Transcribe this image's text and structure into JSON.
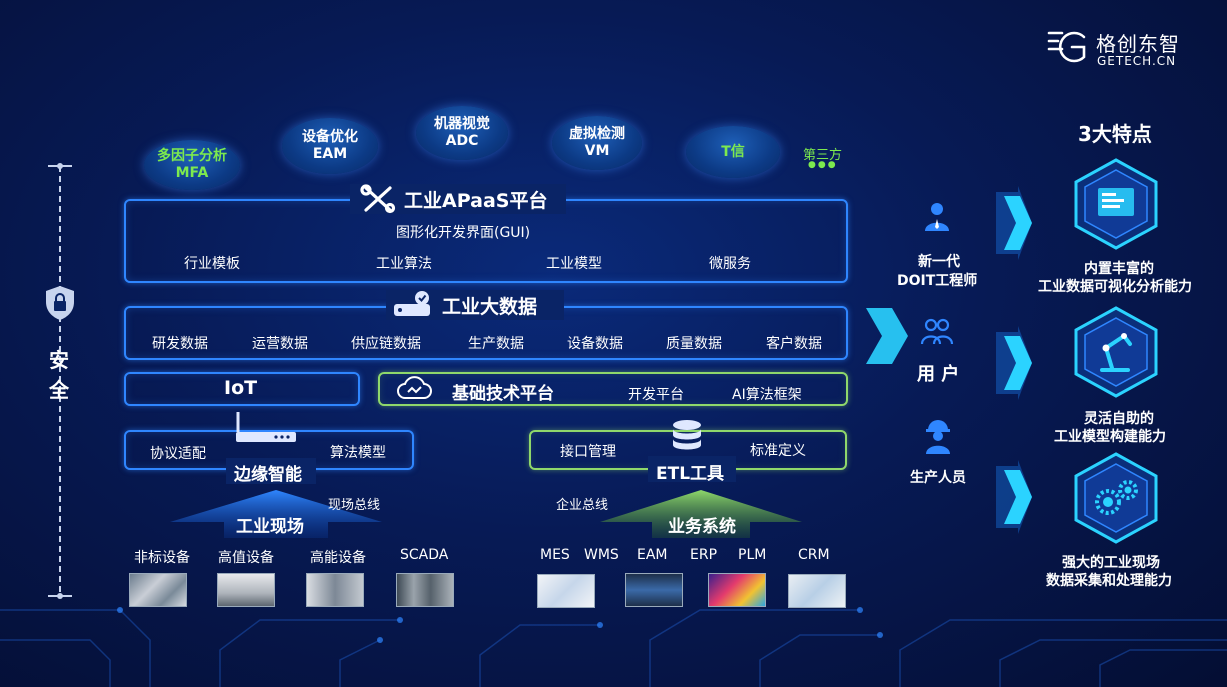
{
  "brand": {
    "name": "格创东智",
    "domain": "GETECH.CN"
  },
  "security": {
    "label_1": "安",
    "label_2": "全"
  },
  "apps": {
    "mfa": {
      "line1": "多因子分析",
      "line2": "MFA"
    },
    "eam": {
      "line1": "设备优化",
      "line2": "EAM"
    },
    "adc": {
      "line1": "机器视觉",
      "line2": "ADC"
    },
    "vm": {
      "line1": "虚拟检测",
      "line2": "VM"
    },
    "t": {
      "line1": "T信"
    },
    "third": {
      "label": "第三方",
      "dots": "●●●"
    }
  },
  "apaas": {
    "title": "工业APaaS平台",
    "gui": "图形化开发界面(GUI)",
    "items": [
      "行业模板",
      "工业算法",
      "工业模型",
      "微服务"
    ]
  },
  "bigdata": {
    "title": "工业大数据",
    "items": [
      "研发数据",
      "运营数据",
      "供应链数据",
      "生产数据",
      "设备数据",
      "质量数据",
      "客户数据"
    ]
  },
  "iot": {
    "label": "IoT"
  },
  "base": {
    "title": "基础技术平台",
    "items": [
      "开发平台",
      "AI算法框架"
    ]
  },
  "edge": {
    "title": "边缘智能",
    "items": [
      "协议适配",
      "算法模型"
    ]
  },
  "etl": {
    "title": "ETL工具",
    "items": [
      "接口管理",
      "标准定义"
    ]
  },
  "field": {
    "title": "工业现场",
    "bus": "现场总线",
    "items": [
      "非标设备",
      "高值设备",
      "高能设备",
      "SCADA"
    ]
  },
  "biz": {
    "title": "业务系统",
    "bus": "企业总线",
    "items": [
      "MES",
      "WMS",
      "EAM",
      "ERP",
      "PLM",
      "CRM"
    ]
  },
  "users": {
    "doit": {
      "line1": "新一代",
      "line2": "DOIT工程师"
    },
    "user": {
      "label": "用 户"
    },
    "prod": {
      "label": "生产人员"
    }
  },
  "features": {
    "title": "3大特点",
    "f1": {
      "line1": "内置丰富的",
      "line2": "工业数据可视化分析能力"
    },
    "f2": {
      "line1": "灵活自助的",
      "line2": "工业模型构建能力"
    },
    "f3": {
      "line1": "强大的工业现场",
      "line2": "数据采集和处理能力"
    }
  },
  "colors": {
    "accent": "#2f86ff",
    "green": "#8fd86b",
    "bubble_green": "#7dea4e",
    "cyan": "#2bd3ff"
  }
}
